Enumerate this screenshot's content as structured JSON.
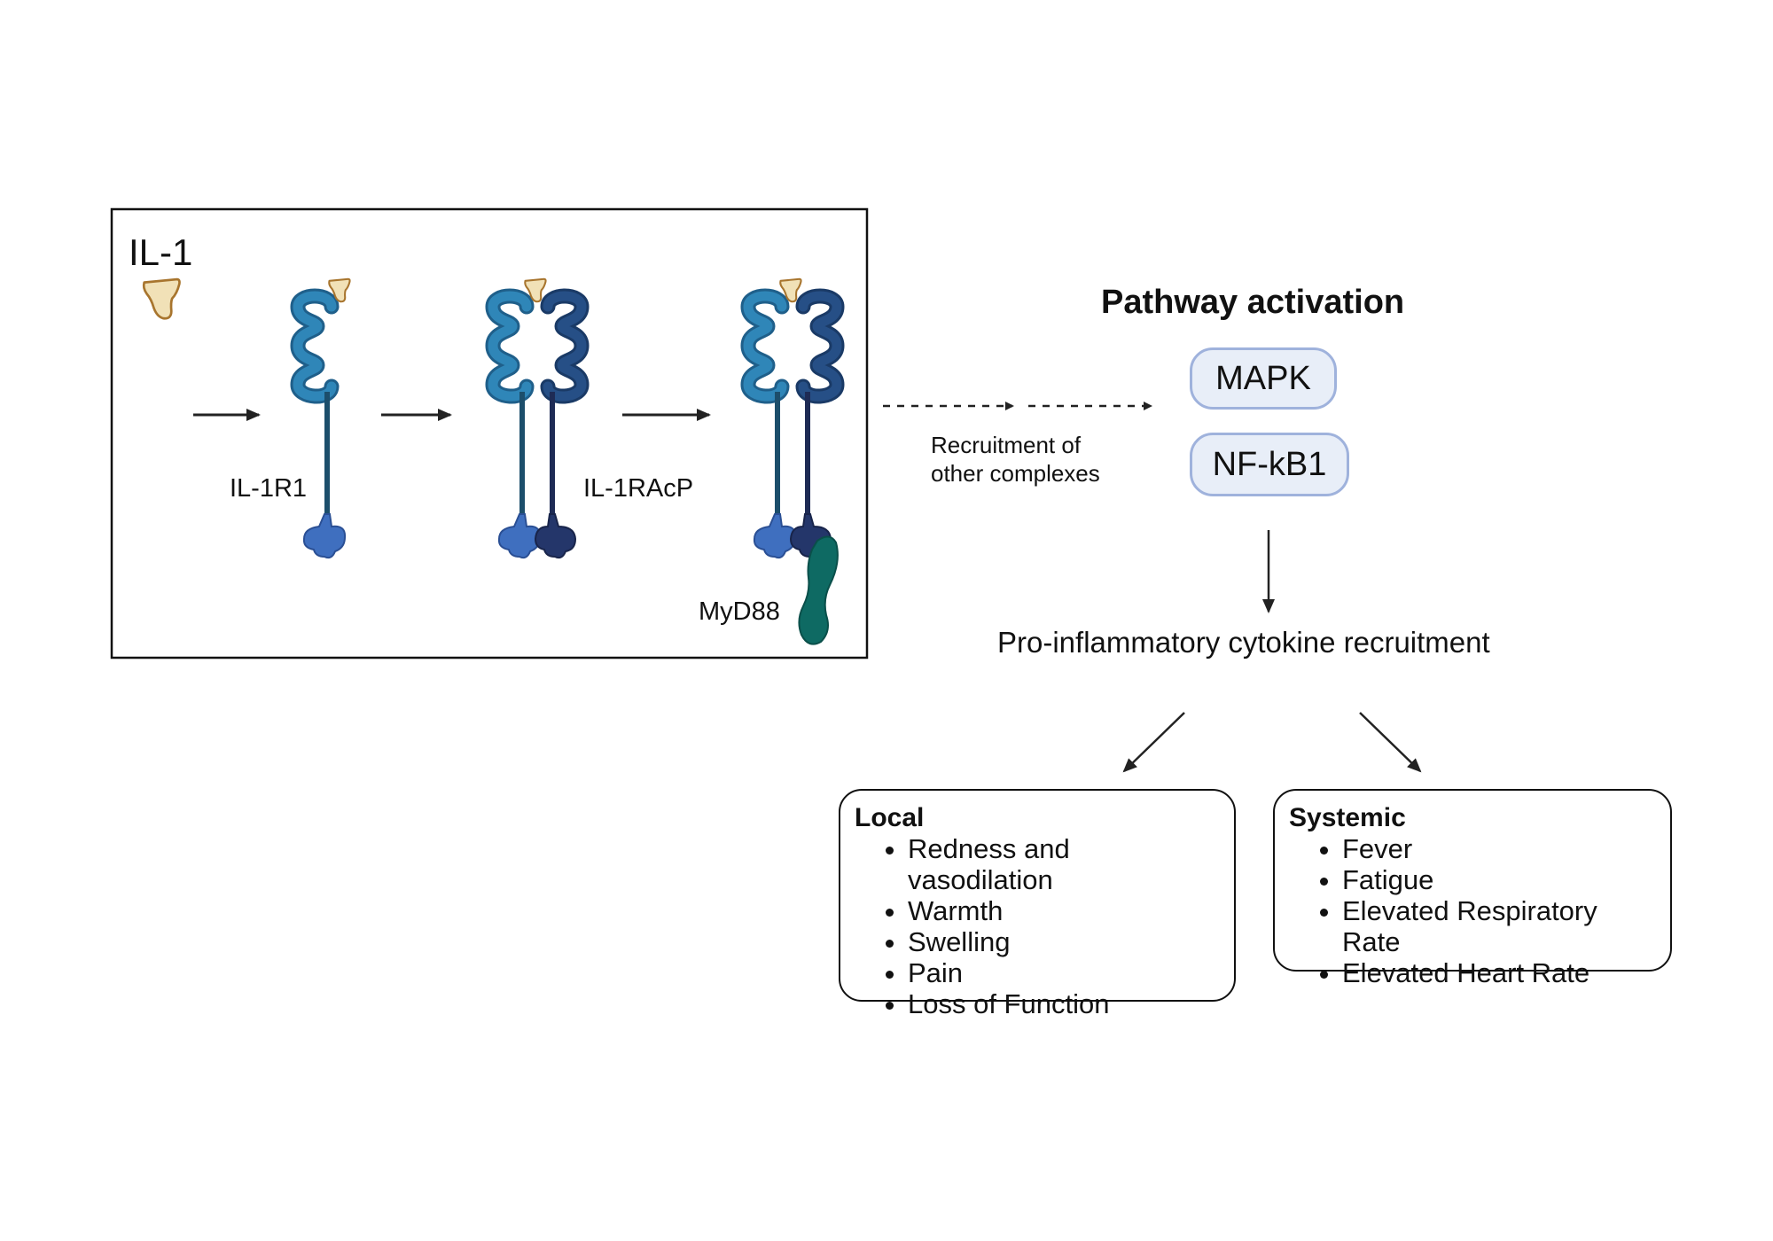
{
  "receptor_panel": {
    "ligand_label": "IL-1",
    "il1r1_label": "IL-1R1",
    "il1racp_label": "IL-1RAcP",
    "myd88_label": "MyD88"
  },
  "recruitment_label": [
    "Recruitment of",
    "other complexes"
  ],
  "pathway": {
    "title": "Pathway activation",
    "nodes": [
      "MAPK",
      "NF-kB1"
    ]
  },
  "outcome": "Pro-inflammatory cytokine recruitment",
  "local": {
    "title": "Local",
    "items": [
      "Redness and vasodilation",
      "Warmth",
      "Swelling",
      "Pain",
      "Loss of Function"
    ]
  },
  "systemic": {
    "title": "Systemic",
    "items": [
      "Fever",
      "Fatigue",
      "Elevated Respiratory Rate",
      "Elevated Heart Rate"
    ]
  },
  "colors": {
    "il1r1": "#2f86b8",
    "il1r1_dark": "#1f5f8a",
    "il1racp": "#264f86",
    "il1racp_dark": "#1a3a66",
    "tir1": "#3f6fbf",
    "tir2": "#24366a",
    "stalk1": "#1c4e6b",
    "stalk2": "#1e2b55",
    "ligand_fill": "#f1e1b7",
    "ligand_stroke": "#a8752e",
    "myd88": "#0e6a63",
    "pill_fill": "#e8eef8",
    "pill_border": "#9fb2dc"
  }
}
